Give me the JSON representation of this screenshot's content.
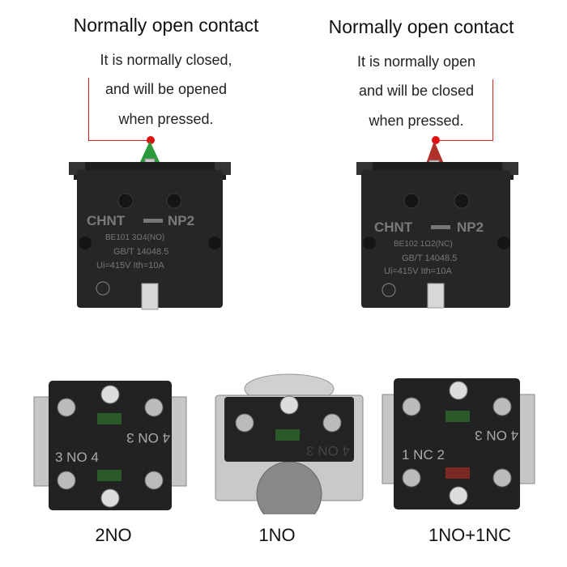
{
  "top_left": {
    "title": "Normally open contact",
    "line1": "It is normally closed,",
    "line2": "and will be opened",
    "line3": "when pressed.",
    "block": {
      "brand": "CHNT",
      "model": "NP2",
      "code": "BE101 3Ω4(NO)",
      "standard": "GB/T 14048.5",
      "rating": "Ui=415V  Ith=10A",
      "actuator_color": "#2a9a3a"
    }
  },
  "top_right": {
    "title": "Normally open contact",
    "line1": "It is normally open",
    "line2": "and will be closed",
    "line3": "when pressed.",
    "block": {
      "brand": "CHNT",
      "model": "NP2",
      "code": "BE102 1Ω2(NC)",
      "standard": "GB/T 14048.5",
      "rating": "Ui=415V  Ith=10A",
      "actuator_color": "#b0302a"
    }
  },
  "bottom": [
    {
      "caption": "2NO",
      "upper_label": "4   ON  3",
      "lower_label": "3  NO      4"
    },
    {
      "caption": "1NO",
      "upper_label": "4      ON  3",
      "lower_label": ""
    },
    {
      "caption": "1NO+1NC",
      "upper_label": "4   ON  3",
      "lower_label": "1  NC      2"
    }
  ]
}
